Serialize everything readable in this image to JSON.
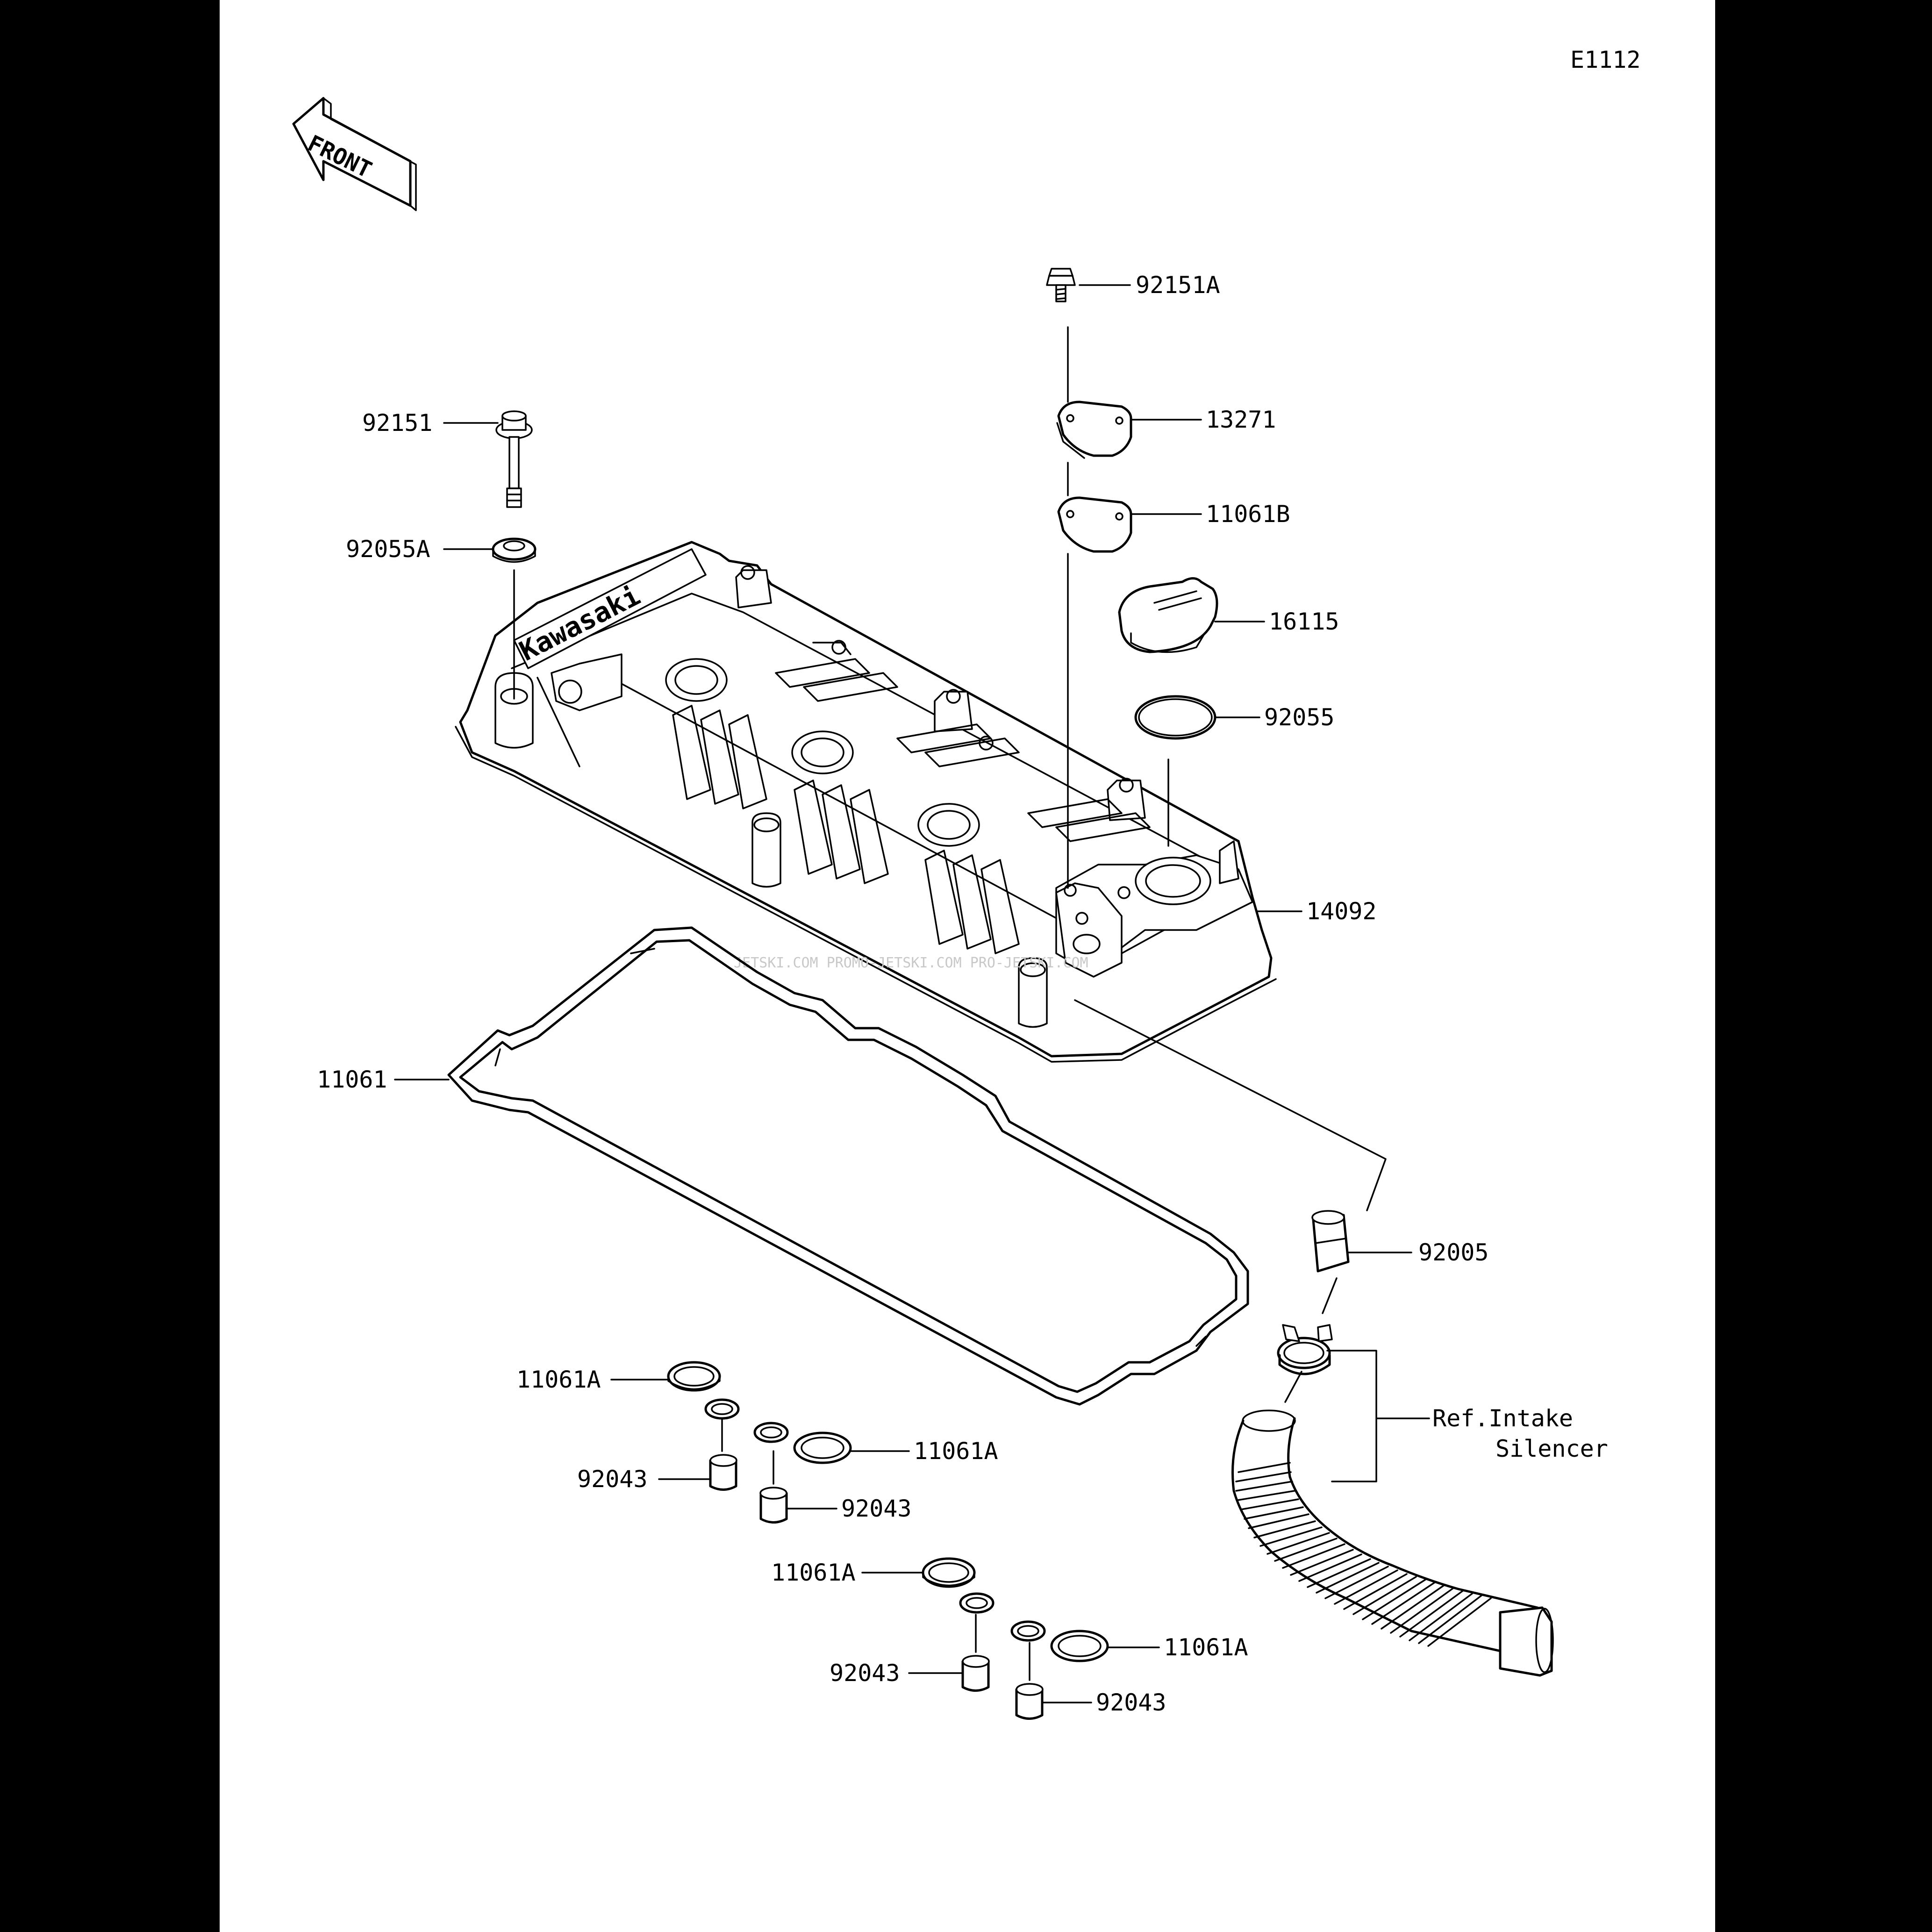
{
  "diagram_code": "E1112",
  "front_arrow_label": "FRONT",
  "brand_embossing": "Kawasaki",
  "watermark": "JETSKI.COM   PROMO-JETSKI.COM   PRO-JETSKI.COM",
  "parts": {
    "p92151A": "92151A",
    "p13271": "13271",
    "p11061B": "11061B",
    "p16115": "16115",
    "p92055": "92055",
    "p14092": "14092",
    "p92151": "92151",
    "p92055A": "92055A",
    "p11061": "11061",
    "p92005": "92005",
    "p11061A_1": "11061A",
    "p11061A_2": "11061A",
    "p11061A_3": "11061A",
    "p11061A_4": "11061A",
    "p92043_1": "92043",
    "p92043_2": "92043",
    "p92043_3": "92043",
    "p92043_4": "92043"
  },
  "ref_note": {
    "line1": "Ref.Intake",
    "line2": "Silencer"
  }
}
